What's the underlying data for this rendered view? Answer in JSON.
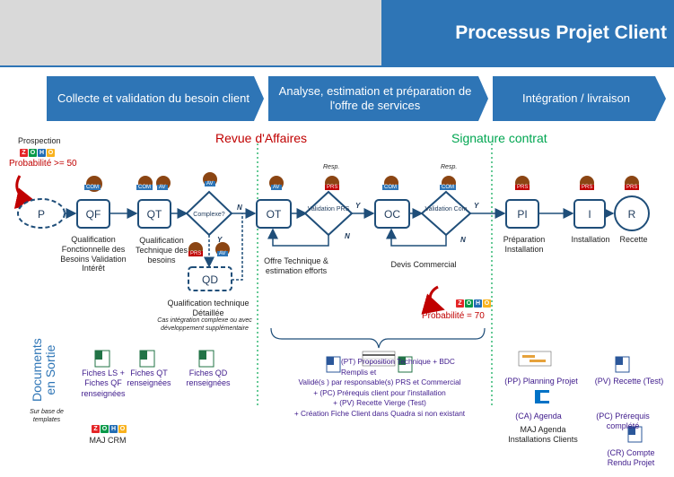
{
  "header": {
    "title": "Processus Projet Client"
  },
  "phases": [
    {
      "label": "Collecte et validation du besoin client"
    },
    {
      "label": "Analyse, estimation et préparation de l'offre de services"
    },
    {
      "label": "Intégration  / livraison"
    }
  ],
  "milestones": {
    "revue": "Revue d'Affaires",
    "signature": "Signature contrat"
  },
  "prospection": {
    "label": "Prospection",
    "probability": "Probabilité >= 50"
  },
  "probability70": "Probabilité = 70",
  "zoho_letters": [
    "Z",
    "O",
    "H",
    "O"
  ],
  "nodes": {
    "P": "P",
    "QF": "QF",
    "QT": "QT",
    "complexe": "Complexe?",
    "QD": "QD",
    "OT": "OT",
    "validation_prs": "Validation PRS",
    "OC": "OC",
    "validation_com": "Validation Com",
    "PI": "PI",
    "I": "I",
    "R": "R"
  },
  "roles": {
    "com": "COM",
    "av": "AV",
    "prs": "PRS",
    "resp": "Resp."
  },
  "edges": {
    "N": "N",
    "Y": "Y"
  },
  "captions": {
    "qf": "Qualification Fonctionnelle des Besoins Validation Intérêt",
    "qt": "Qualification Technique des besoins",
    "qd": "Qualification technique Détaillée",
    "qd_note": "Cas intégration complexe ou avec développement supplémentaire",
    "ot": "Offre Technique & estimation efforts",
    "oc": "Devis Commercial",
    "pi": "Préparation Installation",
    "i": "Installation",
    "r": "Recette"
  },
  "docs": {
    "title_line1": "Documents",
    "title_line2": "en Sortie",
    "note": "Sur base de templates",
    "fiche_ls": "Fiches LS + Fiches QF renseignées",
    "fiche_qt": "Fiches QT renseignées",
    "fiche_qd": "Fiches QD renseignées",
    "maj_crm": "MAJ CRM",
    "offre_lines": [
      "(PT) Proposition Technique  +  BDC Remplis et",
      "Validé(s ) par responsable(s)  PRS    et Commercial",
      "+ (PC) Prérequis client pour l'installation",
      "+ (PV) Recette Vierge (Test)",
      "+ Création Fiche Client dans Quadra si non existant"
    ],
    "planning": "(PP) Planning Projet",
    "agenda": "(CA) Agenda",
    "maj_agenda": "MAJ Agenda Installations Clients",
    "recette": "(PV) Recette (Test)",
    "prerequis": "(PC) Prérequis complété",
    "compte_rendu": "(CR)  Compte Rendu Projet"
  },
  "colors": {
    "header_gray": "#d9d9d9",
    "header_blue": "#2e75b6",
    "node_stroke": "#1f4e79",
    "phase_arrow": "#2e75b6",
    "revue_red": "#c00000",
    "signature_green": "#00a651",
    "doc_purple": "#3f1b8c"
  }
}
